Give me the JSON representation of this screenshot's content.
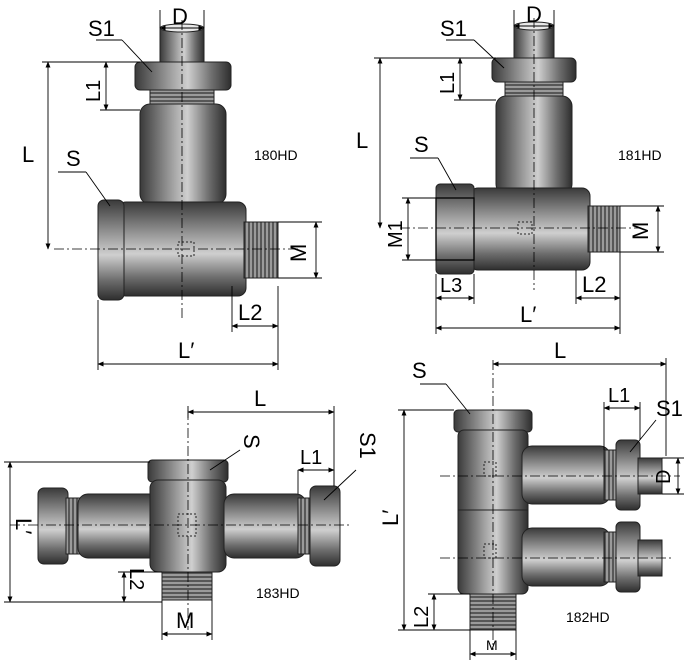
{
  "labels": {
    "s": "S",
    "s1": "S1",
    "d": "D",
    "l": "L",
    "l1": "L1",
    "l2": "L2",
    "l3": "L3",
    "m": "M",
    "m1": "M1",
    "l_prime": "L′"
  },
  "models": {
    "fig180": "180HD",
    "fig181": "181HD",
    "fig183": "183HD",
    "fig182": "182HD"
  },
  "colors": {
    "metal_dark": "#4a4a4a",
    "metal_mid": "#8a8a8a",
    "metal_light": "#d8d8d8",
    "line": "#000000"
  }
}
